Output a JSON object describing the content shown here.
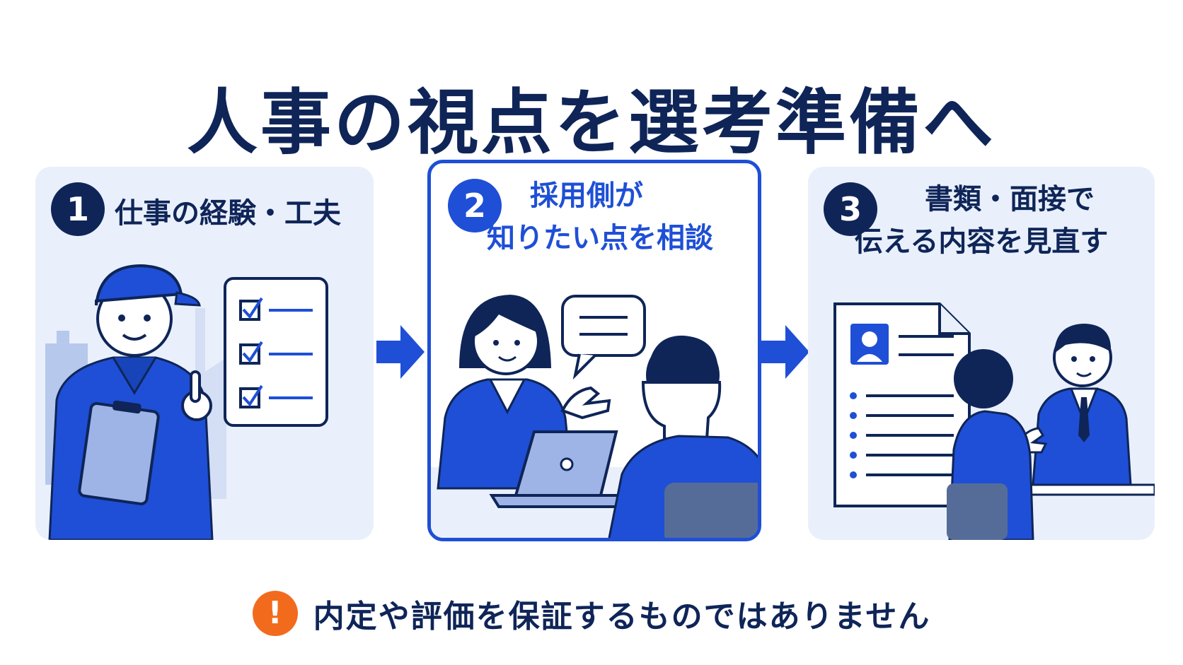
{
  "title": "人事の視点を選考準備へ",
  "steps": [
    {
      "number": "1",
      "lines": [
        "仕事の経験・工夫"
      ]
    },
    {
      "number": "2",
      "lines": [
        "採用側が",
        "知りたい点を相談"
      ]
    },
    {
      "number": "3",
      "lines": [
        "書類・面接で",
        "伝える内容を見直す"
      ]
    }
  ],
  "note": {
    "icon": "exclamation-icon",
    "mark": "!",
    "text": "内定や評価を保証するものではありません"
  },
  "colors": {
    "navy": "#0f2558",
    "blue": "#1e4fd6",
    "panel": "#e9f0fb",
    "warning": "#f26b1d"
  }
}
